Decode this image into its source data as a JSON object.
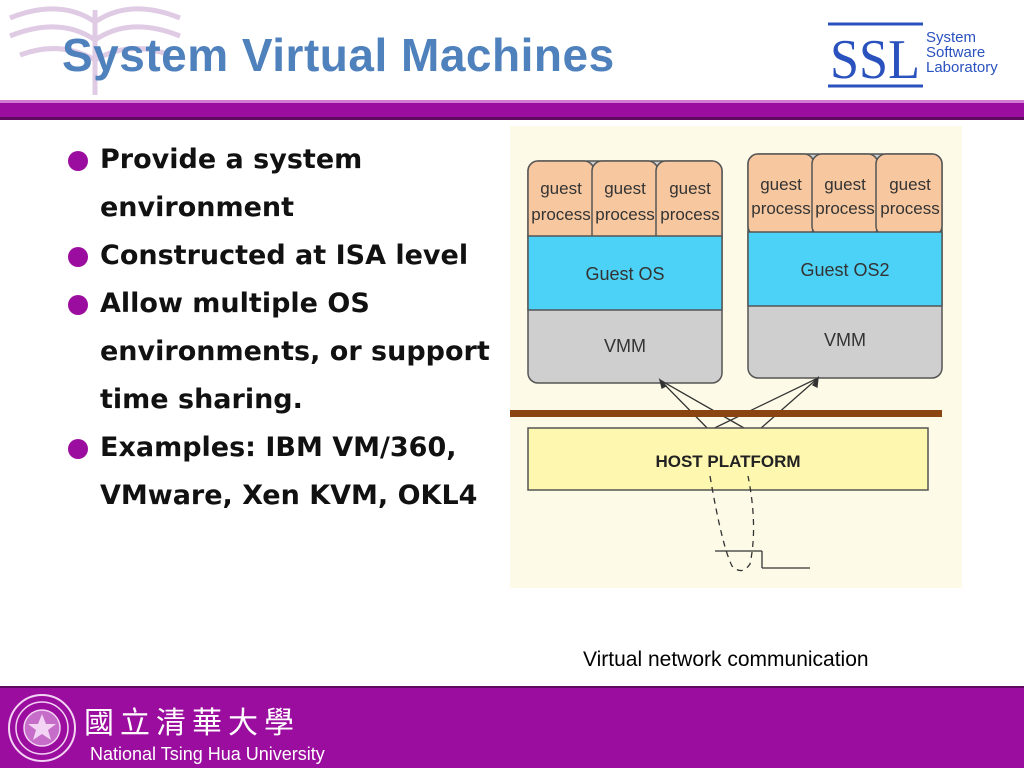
{
  "slide": {
    "title": "System Virtual Machines"
  },
  "logo": {
    "abbr": "SSL",
    "lines": [
      "System",
      "Software",
      "Laboratory"
    ]
  },
  "bullets": [
    {
      "text": "Provide a system environment"
    },
    {
      "text": "Constructed at ISA level"
    },
    {
      "text": "Allow multiple OS environments, or support time sharing."
    },
    {
      "text": "Examples: IBM VM/360, VMware, Xen KVM, OKL4"
    }
  ],
  "diagram": {
    "guest_process": [
      "guest",
      "process"
    ],
    "guest_os_1": "Guest OS",
    "guest_os_2": "Guest OS2",
    "vmm": "VMM",
    "host": "HOST PLATFORM"
  },
  "caption": "Virtual network communication",
  "footer": {
    "chinese_name": "國立清華大學",
    "university": "National Tsing Hua University"
  },
  "colors": {
    "title": "#4f81bd",
    "accent": "#9b0d9e",
    "guest_process": "#f7c8a0",
    "guest_os": "#4dd2f7",
    "vmm": "#cfcfcf",
    "host": "#fdf7b0"
  }
}
